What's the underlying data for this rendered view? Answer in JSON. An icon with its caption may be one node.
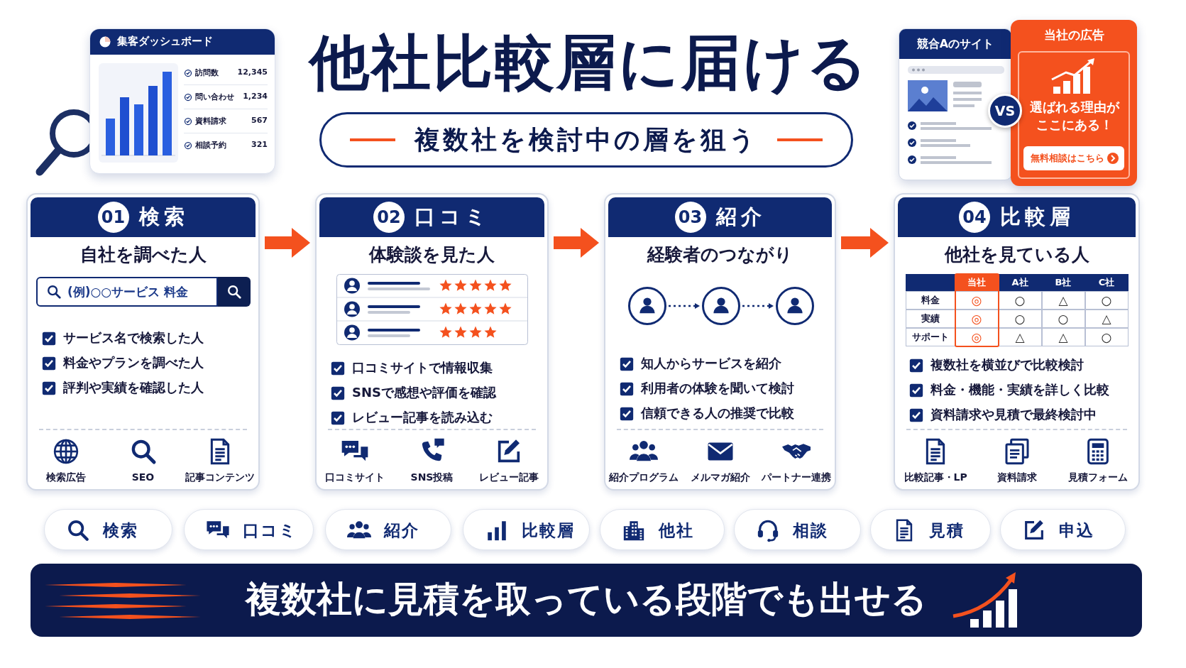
{
  "diagram": {
    "title": "他社比較層に届ける",
    "nodes": [
      {
        "text": [
          "集客ダッシュボード",
          "訪問数",
          "12,345",
          "問い合わせ",
          "1,234",
          "資料請求",
          "567",
          "相談予約",
          "321"
        ]
      },
      {
        "text": [
          "複数社を検討中の層を狙う"
        ]
      },
      {
        "text": [
          "競合Aのサイト"
        ]
      },
      {
        "text": [
          "VS"
        ]
      },
      {
        "text": [
          "当社の広告",
          "選ばれる理由がここにある！",
          "無料相談はこちら"
        ]
      },
      {
        "text": [
          "01",
          "検索",
          "自社を調べた人",
          "(例)○○サービス 料金",
          "サービス名で検索した人",
          "料金やプランを調べた人",
          "評判や実績を確認した人",
          "検索広告",
          "SEO",
          "記事コンテンツ"
        ]
      },
      {
        "text": [
          "02",
          "口コミ",
          "体験談を見た人",
          "口コミサイトで情報収集",
          "SNSで感想や評価を確認",
          "レビュー記事を読み込む",
          "口コミサイト",
          "SNS投稿",
          "レビュー記事"
        ]
      },
      {
        "text": [
          "03",
          "紹介",
          "経験者のつながり",
          "知人からサービスを紹介",
          "利用者の体験を聞いて検討",
          "信頼できる人の推奨で比較",
          "紹介プログラム",
          "メルマガ紹介",
          "パートナー連携"
        ]
      },
      {
        "text": [],
        "shape": "person",
        "in": 7
      },
      {
        "text": [],
        "shape": "person",
        "in": 7
      },
      {
        "text": [],
        "shape": "person",
        "in": 7
      },
      {
        "text": [
          "04",
          "比較層",
          "他社を見ている人",
          "複数社を横並びで比較検討",
          "料金・機能・実績を詳しく比較",
          "資料請求や見積で最終検討中",
          "比較記事・LP",
          "資料請求",
          "見積フォーム"
        ]
      },
      {
        "text": [
          "検索"
        ]
      },
      {
        "text": [
          "口コミ"
        ]
      },
      {
        "text": [
          "紹介"
        ]
      },
      {
        "text": [
          "比較層"
        ]
      },
      {
        "text": [
          "他社"
        ]
      },
      {
        "text": [
          "相談"
        ]
      },
      {
        "text": [
          "見積"
        ]
      },
      {
        "text": [
          "申込"
        ]
      },
      {
        "text": [
          "複数社に見積を取っている段階でも出せる"
        ]
      }
    ],
    "edges": [
      {
        "from": 5,
        "to": 6,
        "arrow": "to"
      },
      {
        "from": 6,
        "to": 7,
        "arrow": "to"
      },
      {
        "from": 7,
        "to": 11,
        "arrow": "to"
      },
      {
        "from": 8,
        "to": 9,
        "arrow": "to",
        "style": "dashed",
        "color": "#102a72"
      },
      {
        "from": 9,
        "to": 10,
        "arrow": "to",
        "style": "dashed",
        "color": "#102a72"
      }
    ],
    "labels": [
      "当社",
      "A社",
      "B社",
      "C社",
      "料金",
      "◎",
      "○",
      "△",
      "○",
      "実績",
      "◎",
      "○",
      "○",
      "△",
      "サポート",
      "◎",
      "△",
      "△",
      "○"
    ]
  }
}
